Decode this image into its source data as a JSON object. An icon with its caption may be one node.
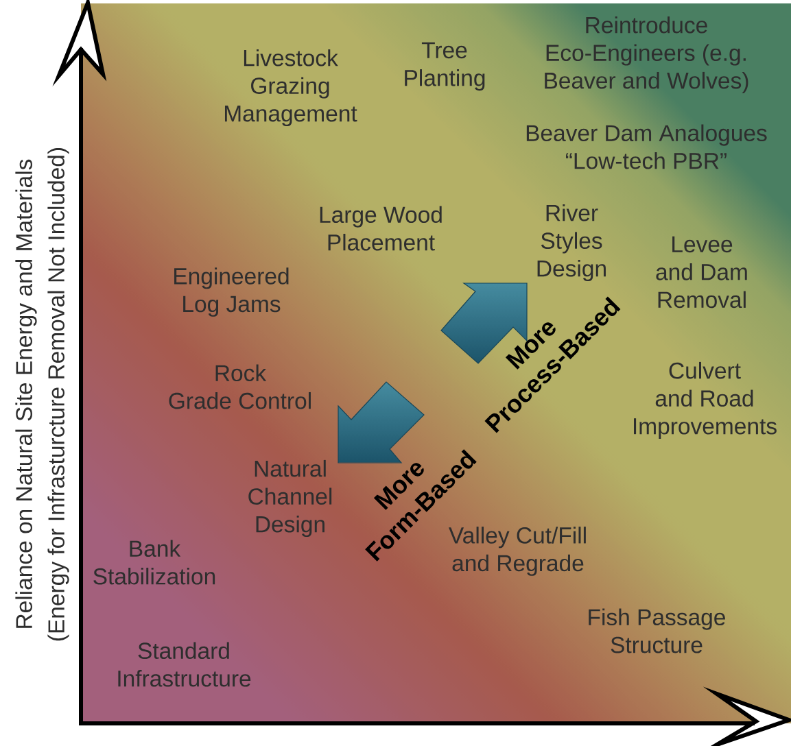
{
  "diagram": {
    "labels": [
      "Reintroduce Eco-Engineers (e.g. Beaver and Wolves)",
      "Tree Planting",
      "Livestock Grazing Management",
      "Beaver Dam Analogues “Low-tech PBR”",
      "Large Wood Placement",
      "River Styles Design",
      "Levee and Dam Removal",
      "Engineered Log Jams",
      "More Process-Based",
      "Rock Grade Control",
      "Culvert and Road Improvements",
      "More Form-Based",
      "Natural Channel Design",
      "Valley Cut/Fill and Regrade",
      "Bank Stabilization",
      "Fish Passage Structure",
      "Standard Infrastructure",
      "Reliance on Natural Site Energy and Materials",
      "(Energy for Infrasturcture Removal Not Included)"
    ]
  }
}
